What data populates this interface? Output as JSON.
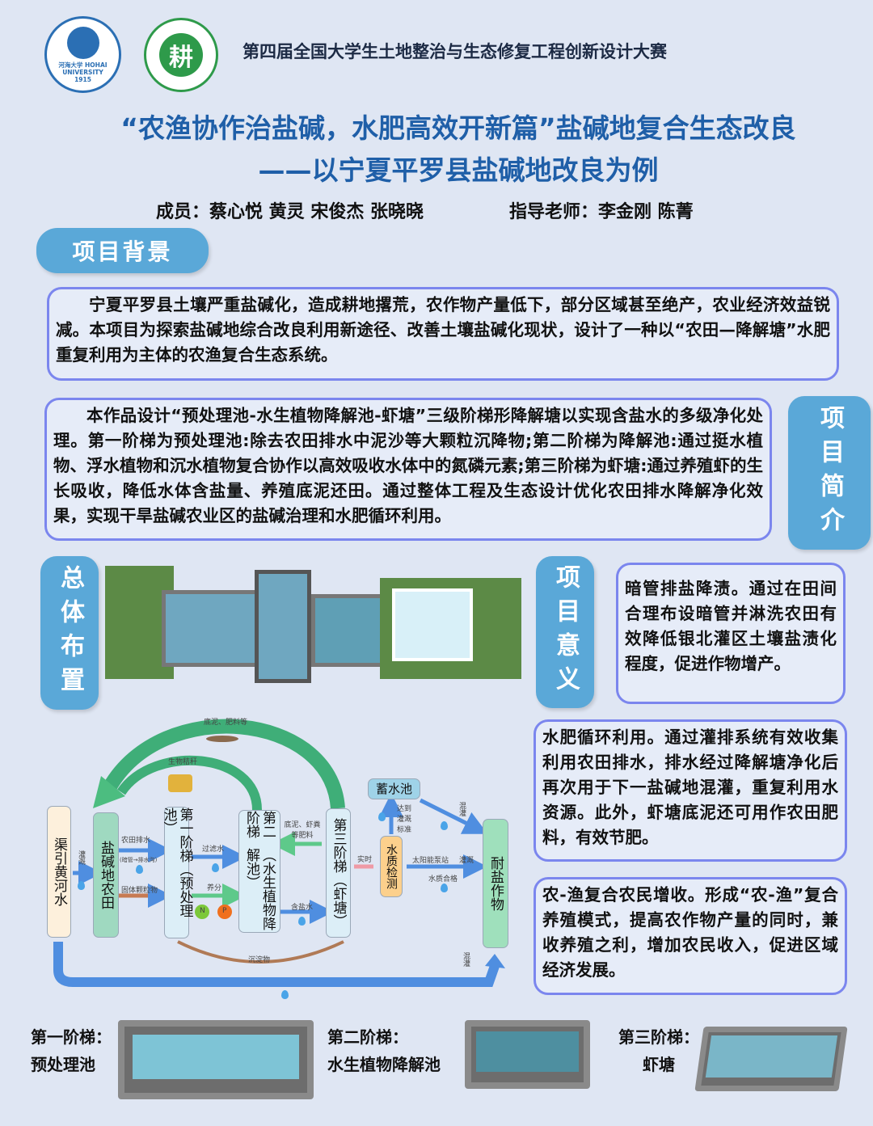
{
  "header": {
    "logo1_text": "河海大学 HOHAI UNIVERSITY 1915",
    "logo2_text": "耕",
    "contest": "第四届全国大学生土地整治与生态修复工程创新设计大赛",
    "title_line1": "“农渔协作治盐碱，水肥高效开新篇”盐碱地复合生态改良",
    "title_line2": "——以宁夏平罗县盐碱地改良为例",
    "members": "成员：蔡心悦 黄灵 宋俊杰 张晓晓",
    "advisors": "指导老师：李金刚 陈菁"
  },
  "sections": {
    "background": "项目背景",
    "intro": "项目简介",
    "layout": "总体布置",
    "significance": "项目意义"
  },
  "background_text": "宁夏平罗县土壤严重盐碱化，造成耕地撂荒，农作物产量低下，部分区域甚至绝产，农业经济效益锐减。本项目为探索盐碱地综合改良利用新途径、改善土壤盐碱化现状，设计了一种以“农田—降解塘”水肥重复利用为主体的农渔复合生态系统。",
  "intro_text": "本作品设计“预处理池-水生植物降解池-虾塘”三级阶梯形降解塘以实现含盐水的多级净化处理。第一阶梯为预处理池:除去农田排水中泥沙等大颗粒沉降物;第二阶梯为降解池:通过挺水植物、浮水植物和沉水植物复合协作以高效吸收水体中的氮磷元素;第三阶梯为虾塘:通过养殖虾的生长吸收，降低水体含盐量、养殖底泥还田。通过整体工程及生态设计优化农田排水降解净化效果，实现干旱盐碱农业区的盐碱治理和水肥循环利用。",
  "significance": [
    "暗管排盐降渍。通过在田间合理布设暗管并淋洗农田有效降低银北灌区土壤盐渍化程度，促进作物增产。",
    "水肥循环利用。通过灌排系统有效收集利用农田排水，排水经过降解塘净化后再次用于下一盐碱地混灌，重复利用水资源。此外，虾塘底泥还可用作农田肥料，有效节肥。",
    "农-渔复合农民增收。形成“农-渔”复合养殖模式，提高农作物产量的同时，兼收养殖之利，增加农民收入，促进区域经济发展。"
  ],
  "flow": {
    "nodes": {
      "source": "渠引黄河水",
      "farmland": "盐碱地农田",
      "stage1": "第一阶梯（预处理池）",
      "stage2a": "（水生植物降解池）",
      "stage2b": "第二阶梯",
      "stage3": "第三阶梯（虾塘）",
      "reservoir": "蓄水池",
      "quality": "水质检测",
      "crops": "耐盐作物"
    },
    "labels": {
      "top_loop": "底泥、肥料等",
      "straw": "生物秸秆",
      "irrigate": "灌溉",
      "drain": "农田排水",
      "drain_sub": "(暗管→排水沟)",
      "solids": "固体颗粒物",
      "filtered": "过滤水",
      "nutrients": "养分",
      "n": "N",
      "p": "P",
      "sludge": "底泥、虾粪等肥料",
      "salt_water": "含盐水",
      "sediment": "沉淀物",
      "realtime": "实时",
      "standard": "达到灌溉标准",
      "mix1": "混灌",
      "solar": "太阳能泵站",
      "irrigate2": "灌溉",
      "qualified": "水质合格",
      "mix2": "混灌"
    }
  },
  "stages": [
    {
      "title": "第一阶梯：",
      "name": "预处理池"
    },
    {
      "title": "第二阶梯：",
      "name": "水生植物降解池"
    },
    {
      "title": "第三阶梯：",
      "name": "虾塘"
    }
  ],
  "colors": {
    "accent": "#5aa8d8",
    "title": "#1f5fa8",
    "border": "#7b86ee"
  }
}
